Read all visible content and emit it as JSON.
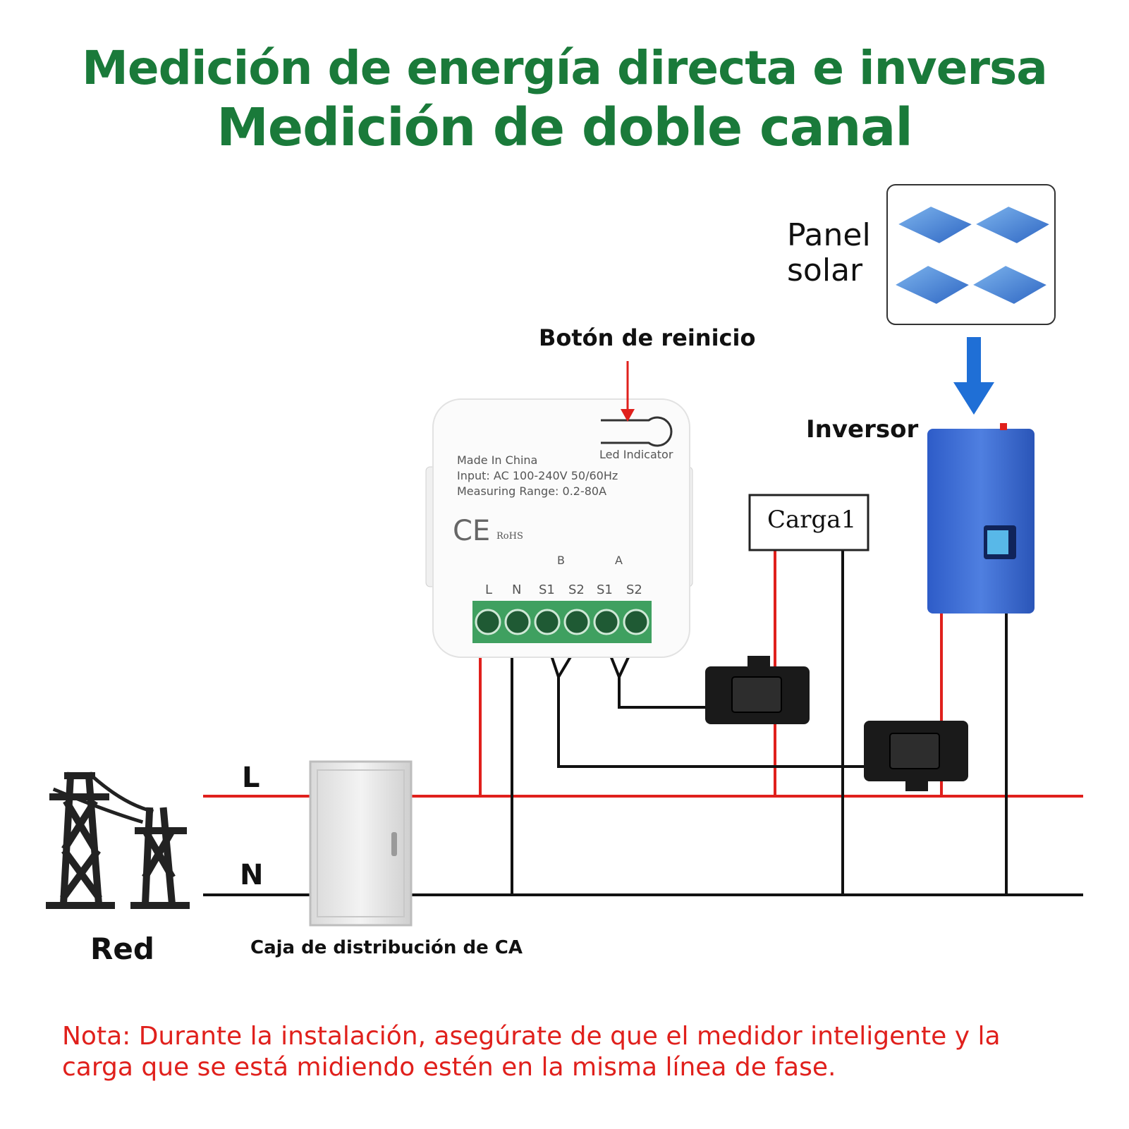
{
  "title_line1": "Medición de energía directa e inversa",
  "title_line2": "Medición de doble canal",
  "labels": {
    "solar_panel_line1": "Panel",
    "solar_panel_line2": "solar",
    "reset_button": "Botón de reinicio",
    "inverter": "Inversor",
    "load": "Carga1",
    "line_L": "L",
    "line_N": "N",
    "grid": "Red",
    "distribution_box": "Caja de distribución de CA"
  },
  "device": {
    "made_in": "Made In China",
    "input": "Input: AC 100-240V 50/60Hz",
    "range": "Measuring Range: 0.2-80A",
    "led": "Led Indicator",
    "rohs": "RoHS",
    "ce": "CE",
    "channel_b": "B",
    "channel_a": "A",
    "terminals": [
      "L",
      "N",
      "S1",
      "S2",
      "S1",
      "S2"
    ]
  },
  "note": "Nota: Durante la instalación, asegúrate de que el medidor inteligente y la carga que se está midiendo estén en la misma línea de fase.",
  "colors": {
    "title": "#1a7a3a",
    "live_wire": "#e0201c",
    "neutral_wire": "#111111",
    "arrow": "#1f6fd6",
    "inverter_body": "#3f6fd8",
    "terminal_block": "#3fa060",
    "note": "#e0201c"
  }
}
